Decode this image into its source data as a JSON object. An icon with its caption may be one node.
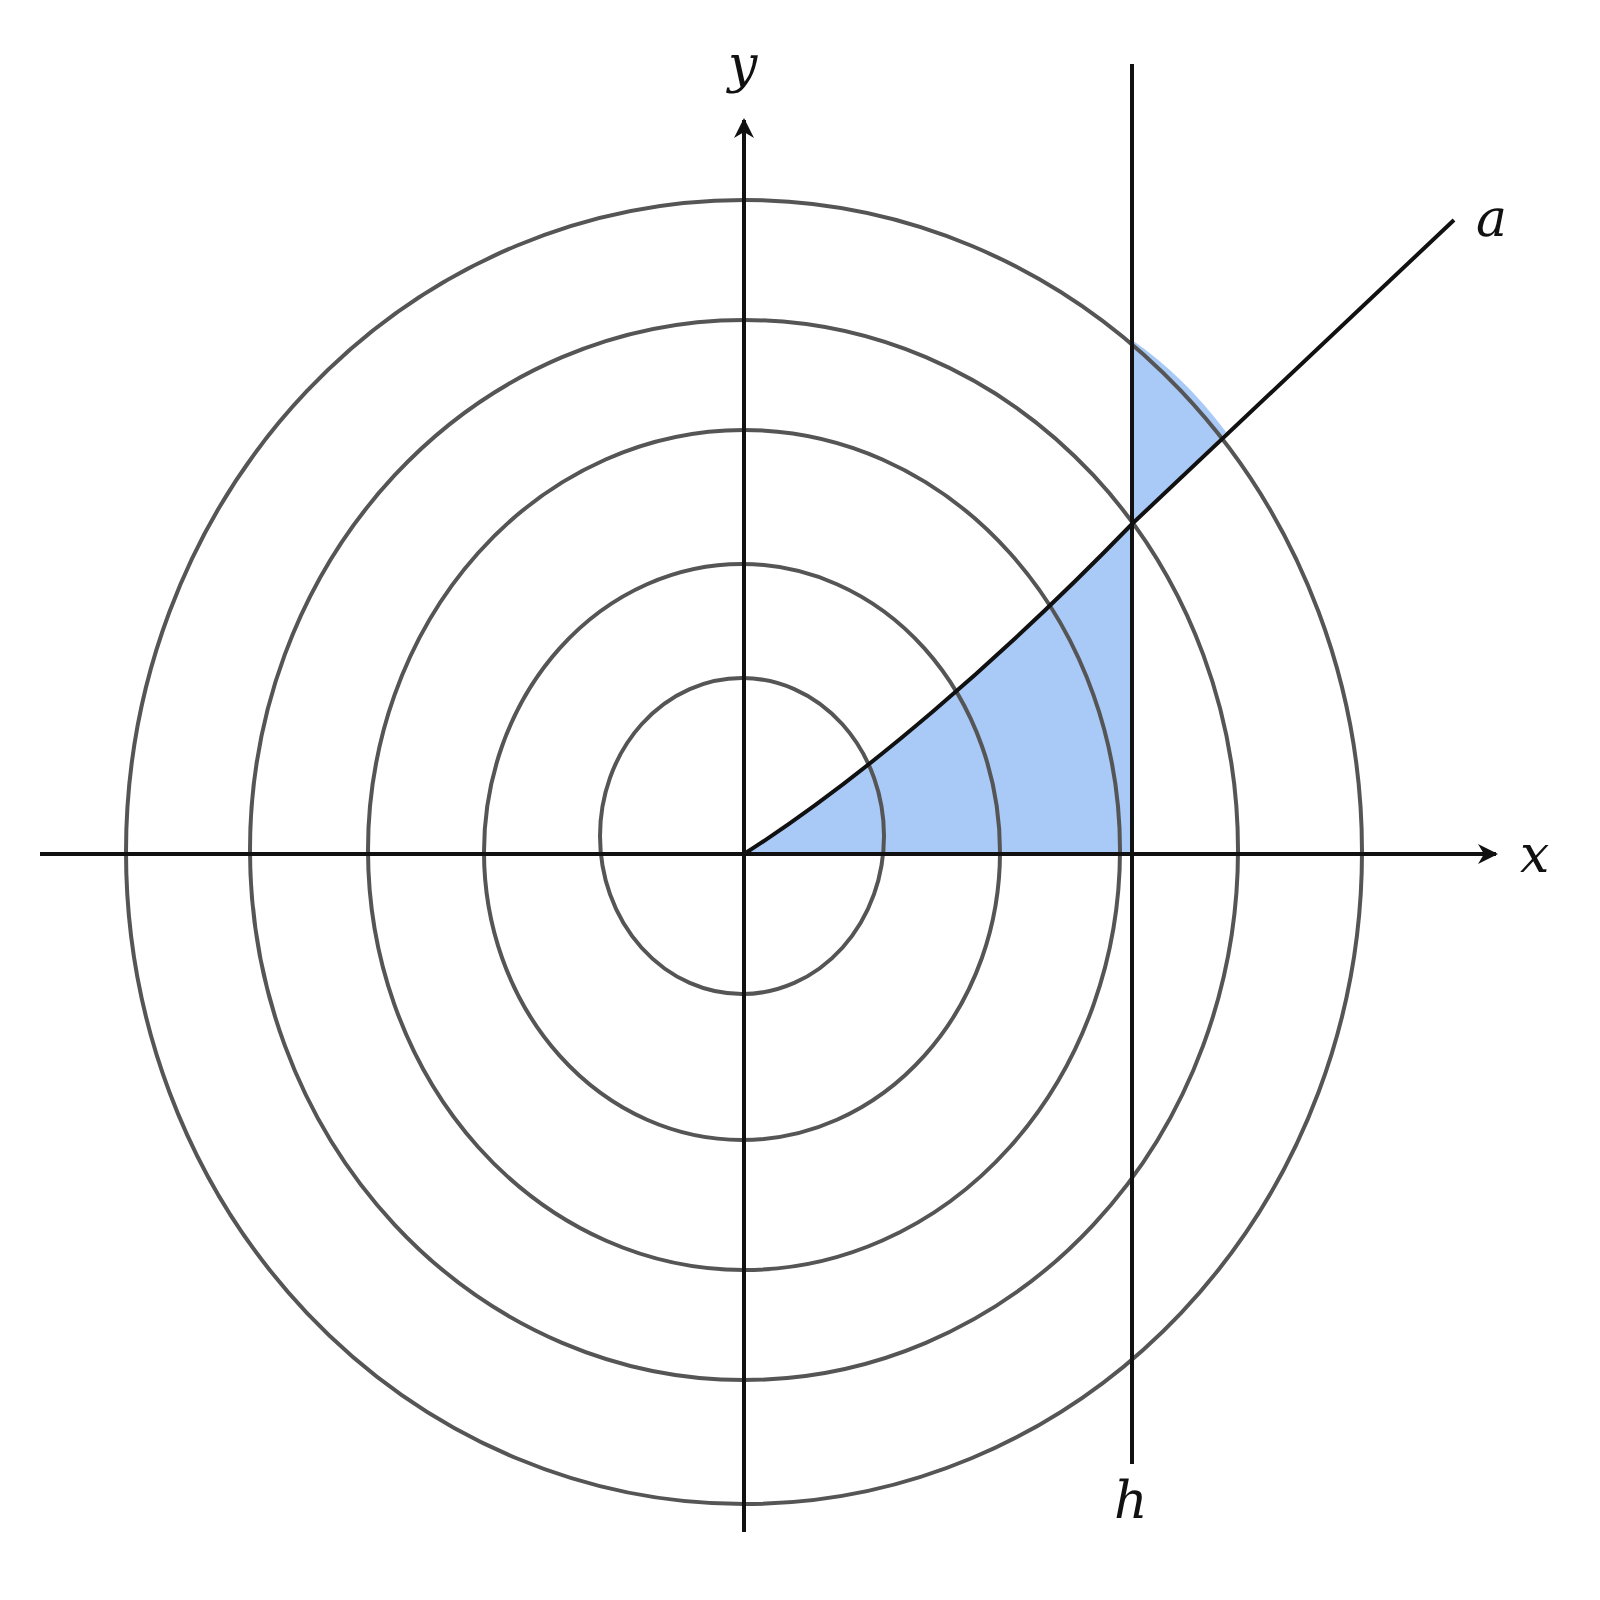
{
  "diagram": {
    "labels": [
      "y",
      "a",
      "x",
      "h"
    ]
  }
}
